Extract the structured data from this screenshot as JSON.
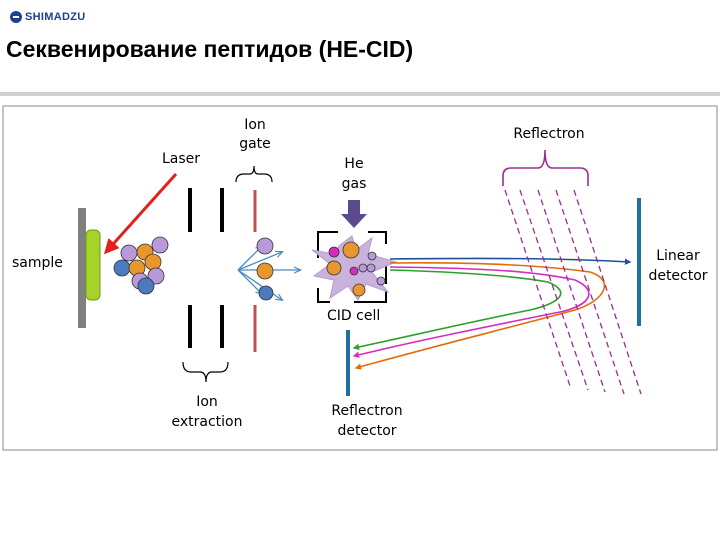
{
  "header": {
    "logo_text": "SHIMADZU",
    "title": "Секвенирование пептидов (HE-CID)"
  },
  "diagram": {
    "labels": {
      "laser": "Laser",
      "sample": "sample",
      "ion_gate": [
        "Ion",
        "gate"
      ],
      "he_gas": [
        "He",
        "gas"
      ],
      "reflectron": "Reflectron",
      "linear_detector": [
        "Linear",
        "detector"
      ],
      "cid_cell": "CID cell",
      "ion_extraction": [
        "Ion",
        "extraction"
      ],
      "reflectron_detector": [
        "Reflectron",
        "detector"
      ]
    },
    "colors": {
      "laser_arrow": "#e3201b",
      "ion_gate_plate": "#c0504d",
      "detector": "#1f6fa0",
      "he_arrow": "#5b4a8f",
      "burst": "#c9b3dd",
      "reflectron_lines": "#9b2d8f",
      "sample_plate": "#808080",
      "sample_spot": "#a6d22a",
      "trajectories": [
        "#e36c09",
        "#d62bbf",
        "#2ca02c",
        "#1f4e9b"
      ]
    }
  }
}
